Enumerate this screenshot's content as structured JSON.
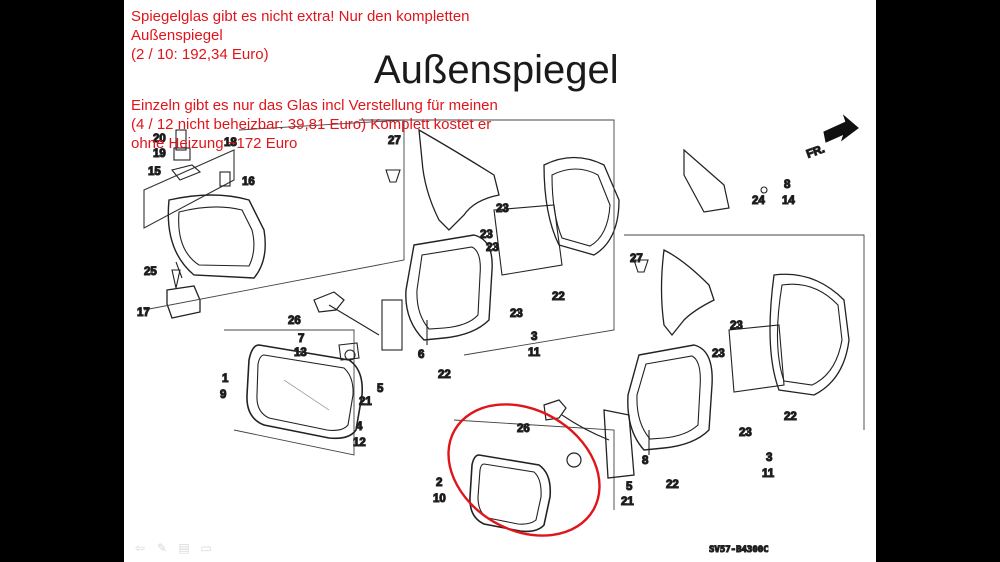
{
  "slide": {
    "title": "Außenspiegel",
    "note_top": [
      "Spiegelglas gibt es nicht extra! Nur den kompletten",
      "Außenspiegel",
      "(2 / 10: 192,34 Euro)"
    ],
    "note_bottom": [
      "Einzeln gibt es nur das Glas incl Verstellung für meinen",
      "(4 / 12 nicht beheizbar: 39,81 Euro) Komplett kostet er",
      "ohne Heizung ~172 Euro"
    ]
  },
  "diagram": {
    "fr_label": "FR.",
    "part_code": "SV57-B4300C",
    "highlight_color": "#e0151b",
    "labels": {
      "l20": "20",
      "l19": "19",
      "l18": "18",
      "l15": "15",
      "l16": "16",
      "l25": "25",
      "l17": "17",
      "l27a": "27",
      "l27b": "27",
      "l26a": "26",
      "l7": "7",
      "l13": "13",
      "l6": "6",
      "l1": "1",
      "l9": "9",
      "l5a": "5",
      "l21a": "21",
      "l22a": "22",
      "l4": "4",
      "l12": "12",
      "l23a": "23",
      "l23b": "23",
      "l23c": "23",
      "l23d": "23",
      "l22b": "22",
      "l3a": "3",
      "l11a": "11",
      "l8": "8",
      "l14": "14",
      "l24": "24",
      "l23e": "23",
      "l23f": "23",
      "l23g": "23",
      "l22c": "22",
      "l3b": "3",
      "l11b": "11",
      "l26b": "26",
      "l8b": "8",
      "l22d": "22",
      "l2": "2",
      "l10": "10",
      "l5b": "5",
      "l21b": "21"
    }
  },
  "controls": {
    "back_icon": "arrow-left-icon",
    "pen_icon": "pen-icon",
    "menu_icon": "menu-icon",
    "view_icon": "monitor-icon"
  }
}
